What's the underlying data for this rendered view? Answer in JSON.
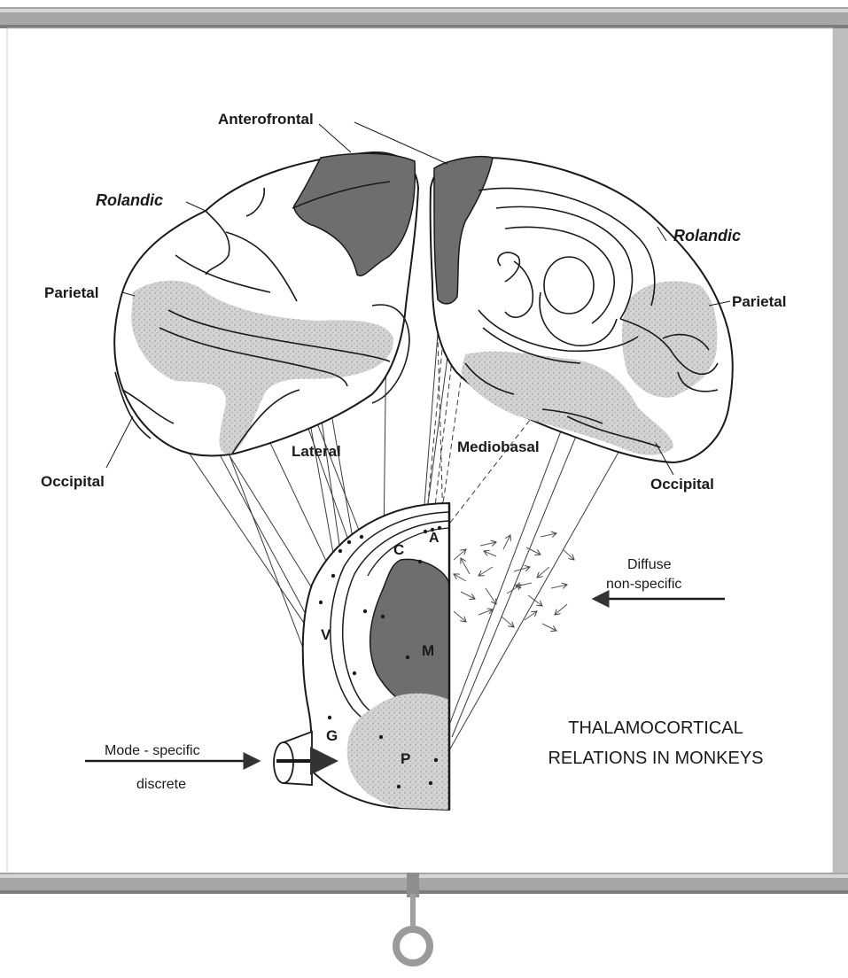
{
  "labels": {
    "anterofrontal": "Anterofrontal",
    "rolandic_left": "Rolandic",
    "rolandic_right": "Rolandic",
    "parietal_left": "Parietal",
    "parietal_right": "Parietal",
    "occipital_left": "Occipital",
    "occipital_right": "Occipital",
    "lateral": "Lateral",
    "mediobasal": "Mediobasal"
  },
  "nuclei": {
    "a": "A",
    "c": "C",
    "m": "M",
    "v": "V",
    "g": "G",
    "p": "P"
  },
  "inputs": {
    "diffuse_line1": "Diffuse",
    "diffuse_line2": "non-specific",
    "mode_line1": "Mode - specific",
    "mode_line2": "discrete"
  },
  "title": {
    "line1": "THALAMOCORTICAL",
    "line2": "RELATIONS IN MONKEYS"
  },
  "colors": {
    "frame": "#9a9a9a",
    "dark_region": "#6e6e6e",
    "stipple_region": "#d2d2d2",
    "ink": "#1a1a1a"
  }
}
